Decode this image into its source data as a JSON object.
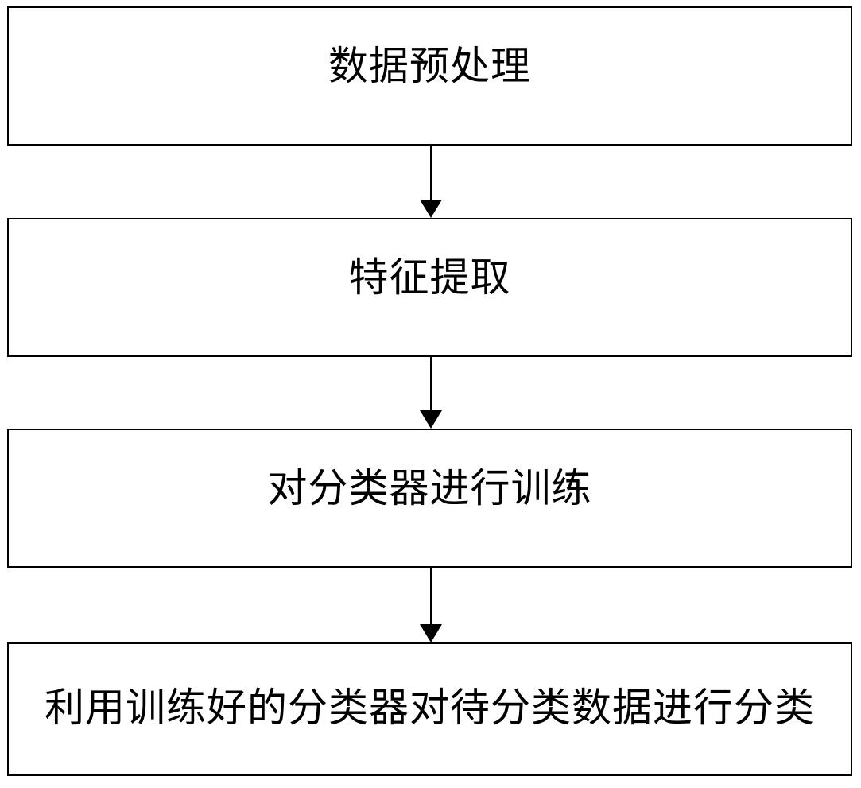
{
  "diagram": {
    "type": "flowchart",
    "orientation": "vertical",
    "title": "",
    "background_color": "#ffffff",
    "line_color": "#000000",
    "text_color": "#000000",
    "nodes": [
      {
        "id": "node-1",
        "label": "数据预处理",
        "shape": "rectangle",
        "order": 1
      },
      {
        "id": "node-2",
        "label": "特征提取",
        "shape": "rectangle",
        "order": 2
      },
      {
        "id": "node-3",
        "label": "对分类器进行训练",
        "shape": "rectangle",
        "order": 3
      },
      {
        "id": "node-4",
        "label": "利用训练好的分类器对待分类数据进行分类",
        "shape": "rectangle",
        "order": 4
      }
    ],
    "edges": [
      {
        "id": "edge-1",
        "from": "node-1",
        "to": "node-2",
        "label": "",
        "marker": "arrow-down"
      },
      {
        "id": "edge-2",
        "from": "node-2",
        "to": "node-3",
        "label": "",
        "marker": "arrow-down"
      },
      {
        "id": "edge-3",
        "from": "node-3",
        "to": "node-4",
        "label": "",
        "marker": "arrow-down"
      }
    ]
  }
}
